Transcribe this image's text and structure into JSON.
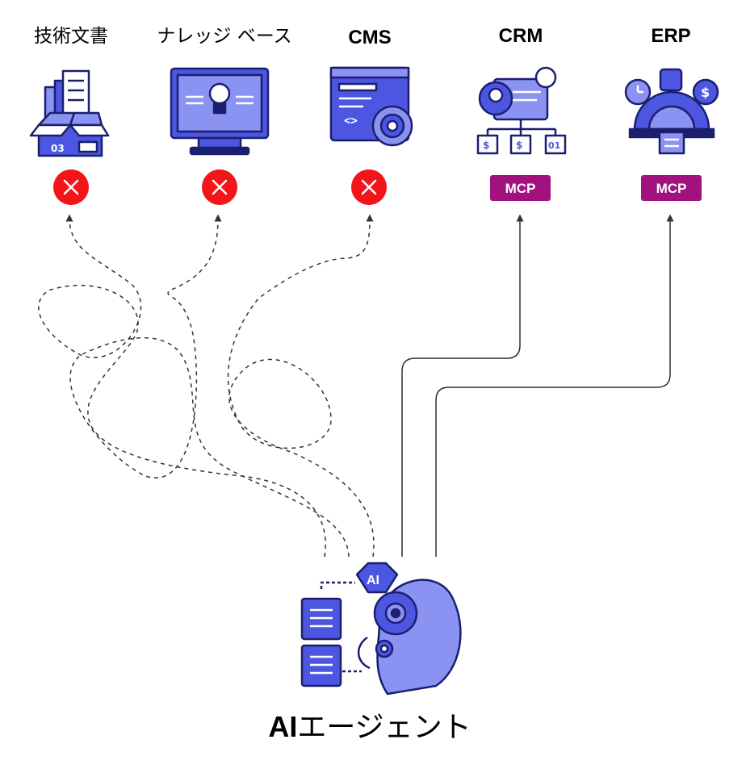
{
  "systems": [
    {
      "label": "技術文書",
      "status": "blocked",
      "icon": "box-documents-icon"
    },
    {
      "label": "ナレッジ ベース",
      "status": "blocked",
      "icon": "monitor-lightbulb-icon"
    },
    {
      "label": "CMS",
      "status": "blocked",
      "icon": "browser-gear-icon"
    },
    {
      "label": "CRM",
      "status": "connected",
      "badge": "MCP",
      "icon": "customer-network-icon"
    },
    {
      "label": "ERP",
      "status": "connected",
      "badge": "MCP",
      "icon": "gear-resources-icon"
    }
  ],
  "agent": {
    "label_bold": "AI",
    "label_rest": "エージェント",
    "chip": "AI",
    "icon": "robot-head-icon"
  },
  "colors": {
    "primary": "#4d56e0",
    "primary_light": "#8a93f2",
    "outline": "#1a1f6e",
    "fail": "#f2161b",
    "mcp": "#a2127f",
    "line": "#2e2e2e"
  }
}
